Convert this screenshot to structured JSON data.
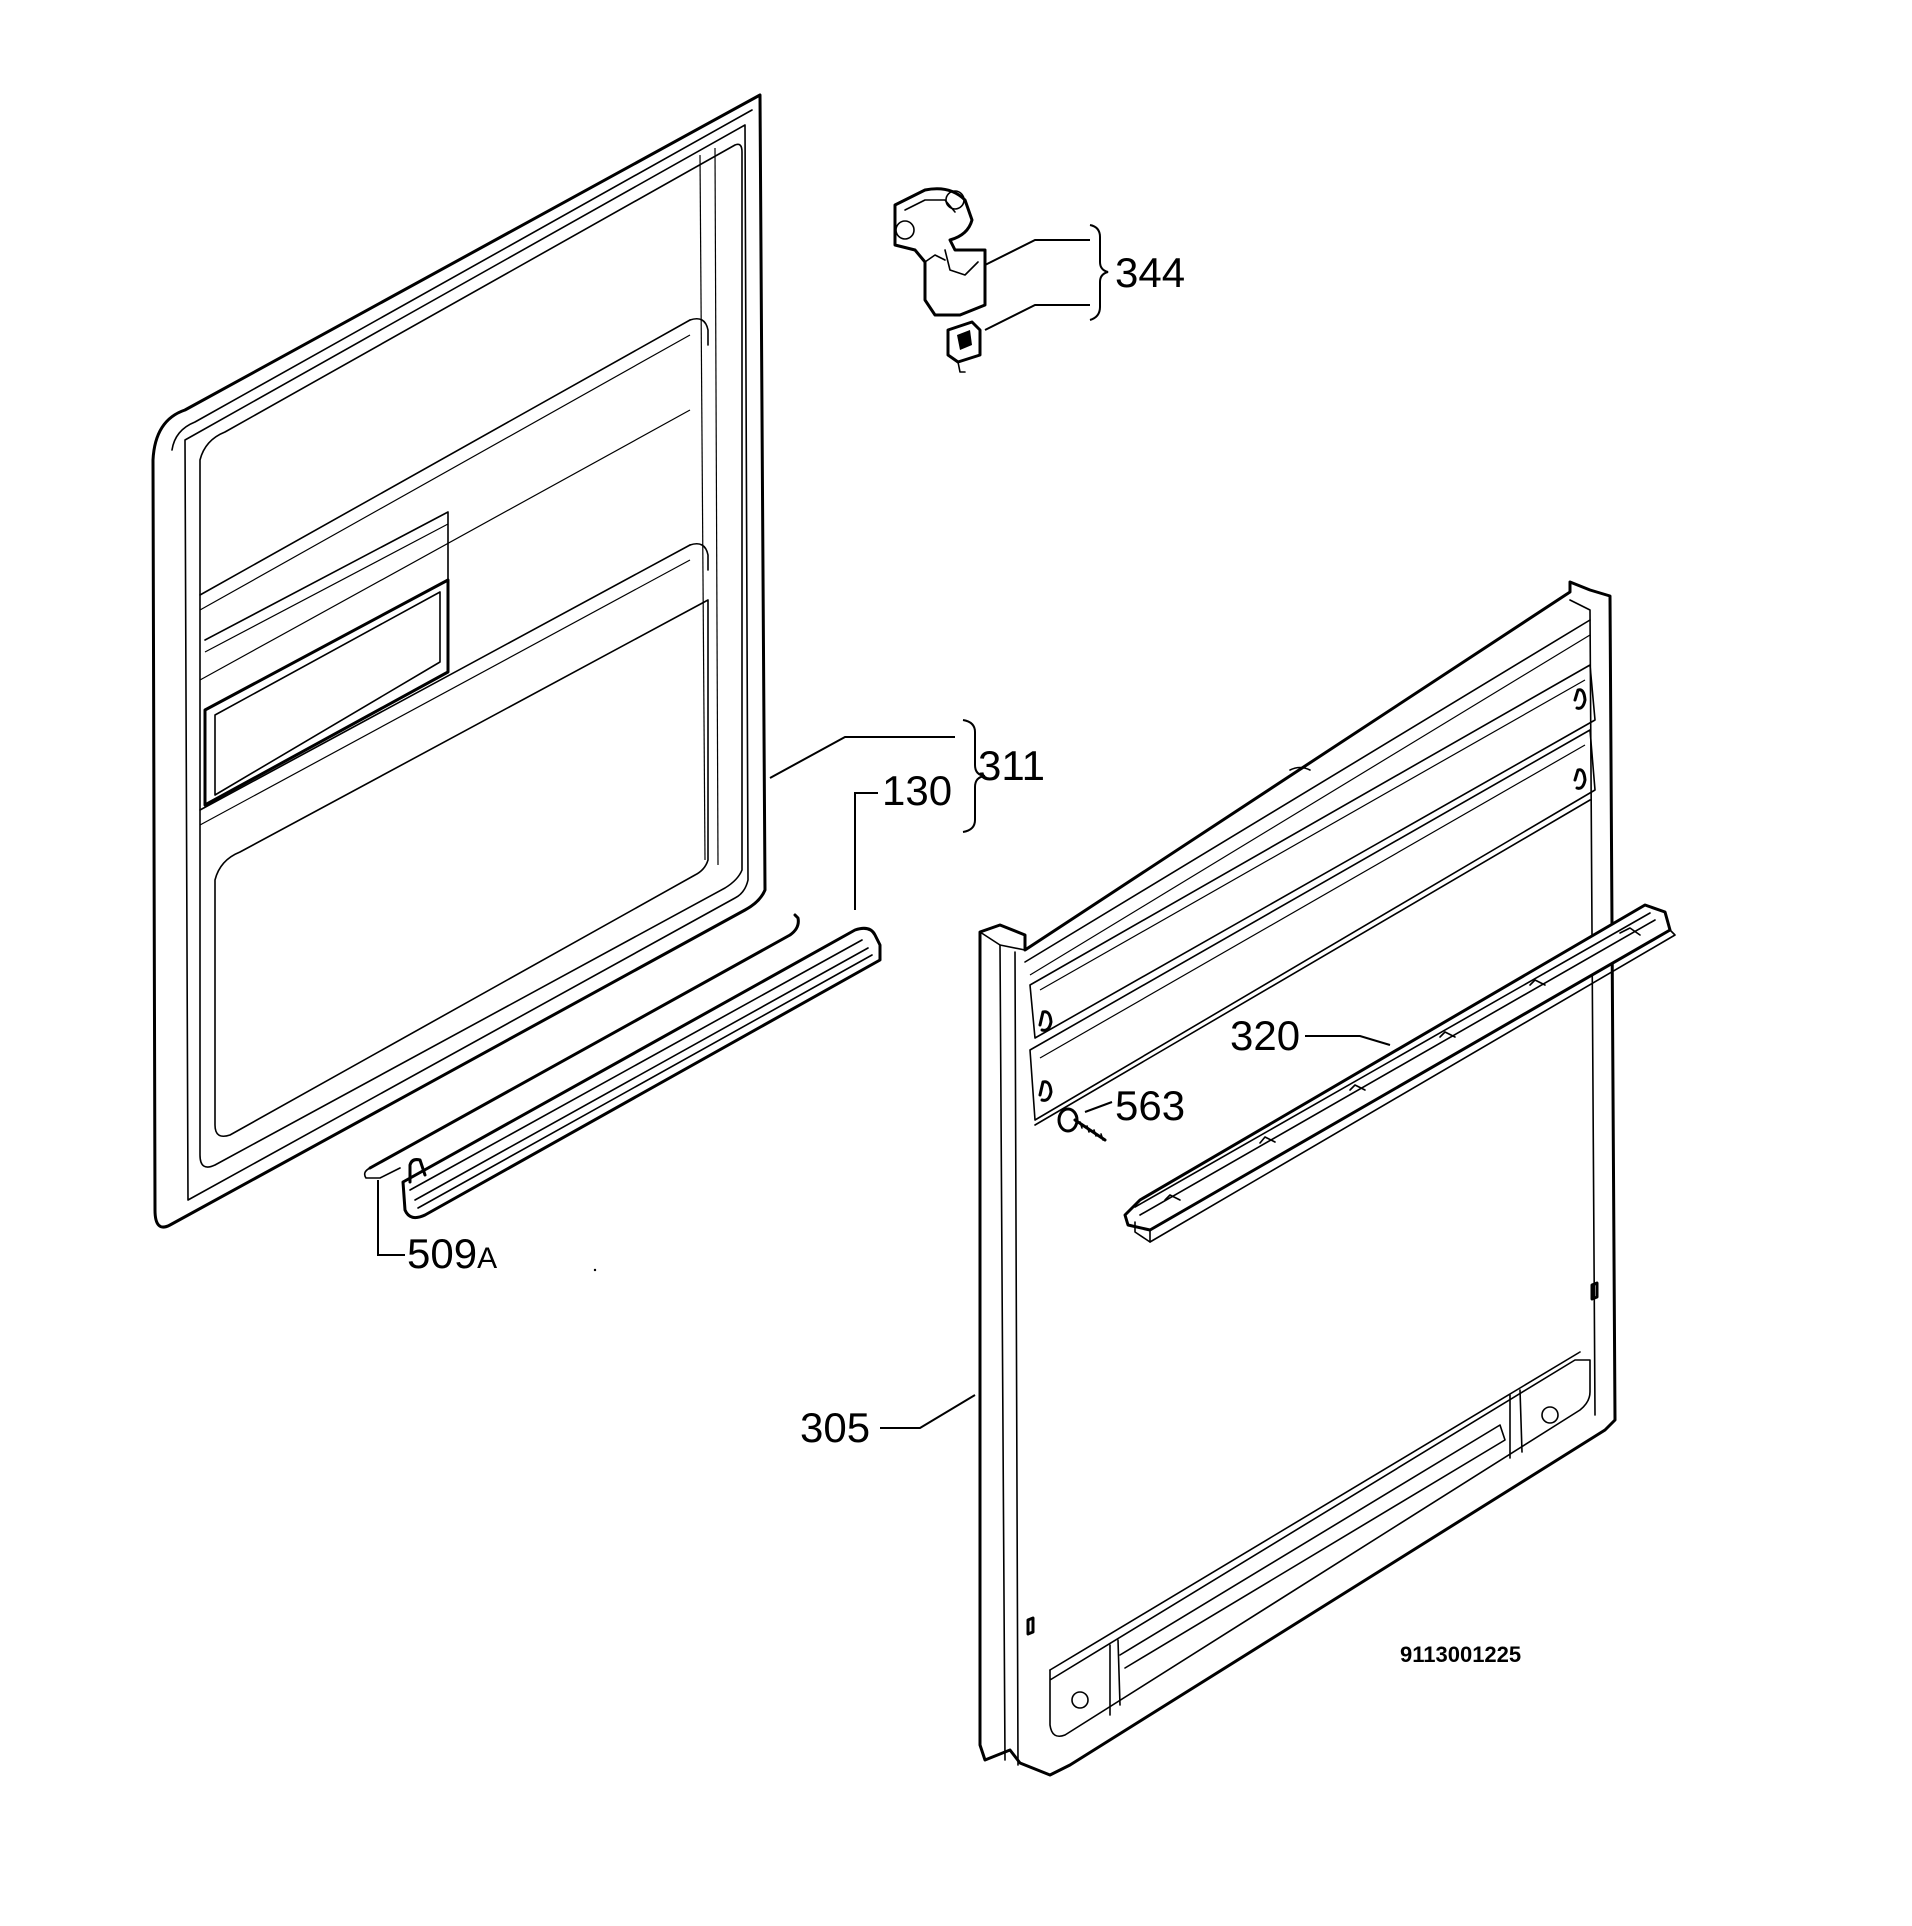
{
  "diagram": {
    "labels": {
      "door_inner": "311",
      "seal": "130",
      "hinge_lock": "344",
      "outer_panel": "305",
      "handle_strip": "320",
      "screw": "563",
      "wire": "509",
      "wire_suffix": "A"
    },
    "drawing_code": "9113001225"
  }
}
